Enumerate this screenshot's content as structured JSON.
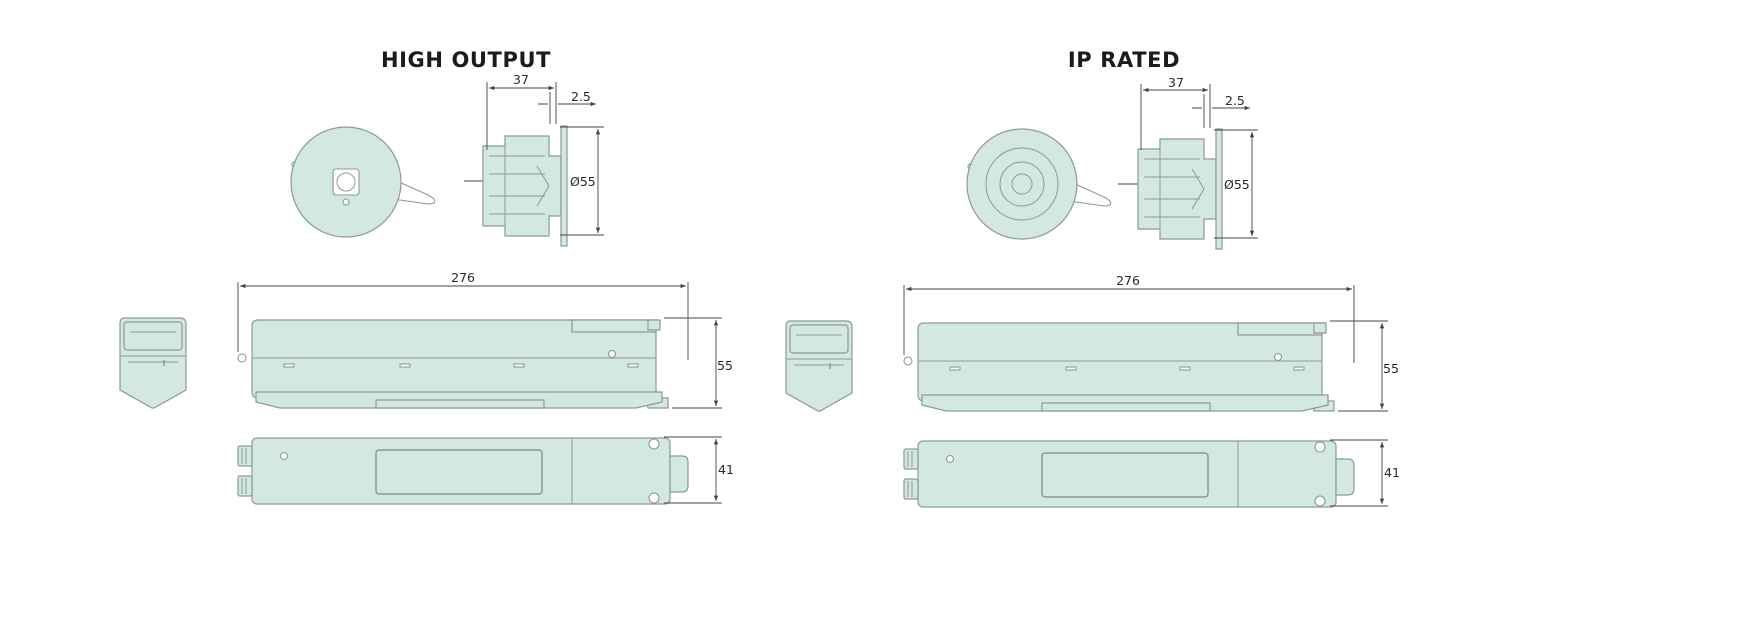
{
  "titles": {
    "left": "HIGH OUTPUT",
    "right": "IP RATED"
  },
  "dimensions": {
    "depth": "37",
    "flange": "2.5",
    "diameter": "Ø55",
    "length": "276",
    "height": "55",
    "width": "41"
  },
  "colors": {
    "body_fill": "#d3e8e1",
    "outline": "#8c9a96"
  }
}
